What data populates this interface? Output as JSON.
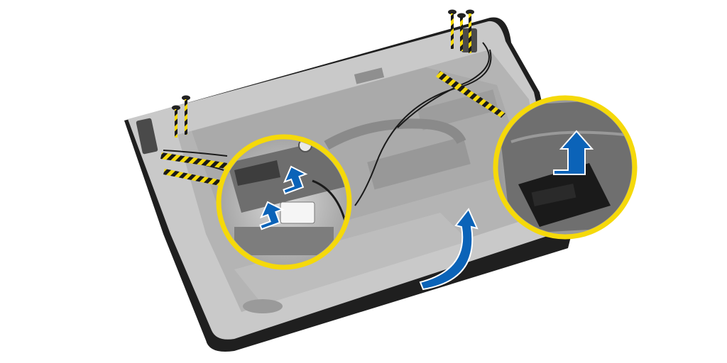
{
  "figure": {
    "subject": "laptop-base-assembly",
    "highlight_color": "#F5D90A",
    "arrow_color": "#0B63B8",
    "chassis_color": "#BEBEBE",
    "cable_color": "#1A1A1A",
    "callouts": [
      {
        "name": "antenna-connector-callout",
        "arrows": 2
      },
      {
        "name": "display-cable-callout",
        "arrows": 1
      }
    ],
    "screws": {
      "left_hinge": 2,
      "right_hinge": 3
    },
    "rotation_arrow": "lift-display-assembly"
  }
}
